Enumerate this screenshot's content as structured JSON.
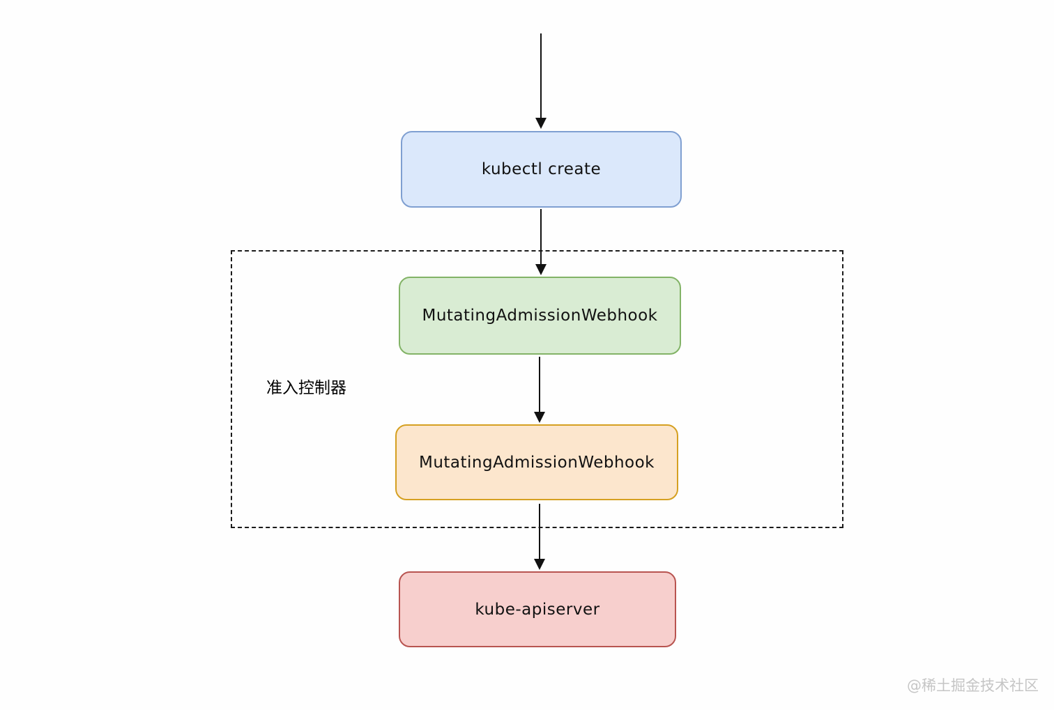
{
  "nodes": [
    {
      "id": "kubectl-create",
      "label": "kubectl create",
      "fill": "#dbe8fb",
      "border": "#7f9fd1"
    },
    {
      "id": "mutating-admission-webhook-1",
      "label": "MutatingAdmissionWebhook",
      "fill": "#d9ecd3",
      "border": "#82b366"
    },
    {
      "id": "mutating-admission-webhook-2",
      "label": "MutatingAdmissionWebhook",
      "fill": "#fce6cd",
      "border": "#d5a021"
    },
    {
      "id": "kube-apiserver",
      "label": "kube-apiserver",
      "fill": "#f7cfcd",
      "border": "#b85450"
    }
  ],
  "group": {
    "label": "准入控制器",
    "border_style": "dashed",
    "border_color": "#1a1a1a"
  },
  "edges": [
    {
      "from": "start",
      "to": "kubectl-create"
    },
    {
      "from": "kubectl-create",
      "to": "mutating-admission-webhook-1"
    },
    {
      "from": "mutating-admission-webhook-1",
      "to": "mutating-admission-webhook-2"
    },
    {
      "from": "mutating-admission-webhook-2",
      "to": "kube-apiserver"
    }
  ],
  "watermark": {
    "text": "@稀土掘金技术社区",
    "color": "#c5c5c5"
  }
}
